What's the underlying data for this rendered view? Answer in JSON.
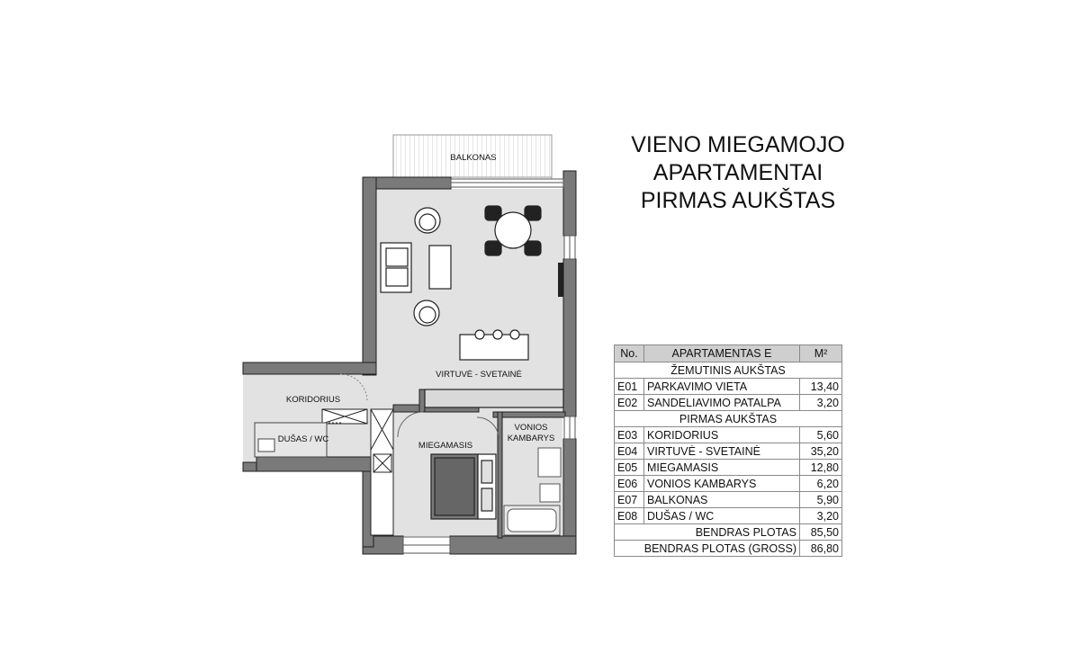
{
  "title": {
    "line1": "VIENO MIEGAMOJO",
    "line2": "APARTAMENTAI",
    "line3": "PIRMAS AUKŠTAS"
  },
  "plan": {
    "rooms": {
      "balkonas": "BALKONAS",
      "virtuve": "VIRTUVĖ - SVETAINĖ",
      "koridorius": "KORIDORIUS",
      "dusas": "DUŠAS / WC",
      "miegamasis": "MIEGAMASIS",
      "vonios1": "VONIOS",
      "vonios2": "KAMBARYS"
    },
    "colors": {
      "wall": "#7a7a7a",
      "floor": "#e2e2e2",
      "furniture": "#ffffff",
      "outline": "#222222"
    }
  },
  "table": {
    "header": {
      "no": "No.",
      "name": "APARTAMENTAS  E",
      "area": "M²"
    },
    "section1": "ŽEMUTINIS AUKŠTAS",
    "rows1": [
      {
        "no": "E01",
        "name": "PARKAVIMO VIETA",
        "area": "13,40"
      },
      {
        "no": "E02",
        "name": "SANDELIAVIMO PATALPA",
        "area": "3,20"
      }
    ],
    "section2": "PIRMAS AUKŠTAS",
    "rows2": [
      {
        "no": "E03",
        "name": "KORIDORIUS",
        "area": "5,60"
      },
      {
        "no": "E04",
        "name": "VIRTUVĖ - SVETAINĖ",
        "area": "35,20"
      },
      {
        "no": "E05",
        "name": "MIEGAMASIS",
        "area": "12,80"
      },
      {
        "no": "E06",
        "name": "VONIOS KAMBARYS",
        "area": "6,20"
      },
      {
        "no": "E07",
        "name": "BALKONAS",
        "area": "5,90"
      },
      {
        "no": "E08",
        "name": "DUŠAS / WC",
        "area": "3,20"
      }
    ],
    "total1": {
      "label": "BENDRAS PLOTAS",
      "area": "85,50"
    },
    "total2": {
      "label": "BENDRAS PLOTAS  (GROSS)",
      "area": "86,80"
    }
  }
}
